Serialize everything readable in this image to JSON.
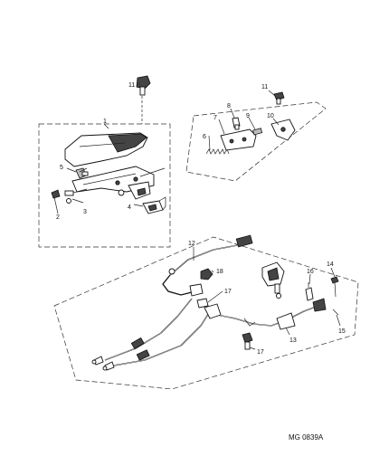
{
  "diagram": {
    "reference_code": "MG 0839A",
    "callouts": [
      {
        "id": "c11a",
        "label": "11"
      },
      {
        "id": "c1",
        "label": "1"
      },
      {
        "id": "c5",
        "label": "5"
      },
      {
        "id": "c2",
        "label": "2"
      },
      {
        "id": "c3",
        "label": "3"
      },
      {
        "id": "c4",
        "label": "4"
      },
      {
        "id": "c11b",
        "label": "11"
      },
      {
        "id": "c8",
        "label": "8"
      },
      {
        "id": "c7",
        "label": "7"
      },
      {
        "id": "c9",
        "label": "9"
      },
      {
        "id": "c10",
        "label": "10"
      },
      {
        "id": "c6",
        "label": "6"
      },
      {
        "id": "c12",
        "label": "12"
      },
      {
        "id": "c18",
        "label": "18"
      },
      {
        "id": "c14",
        "label": "14"
      },
      {
        "id": "c16",
        "label": "16"
      },
      {
        "id": "c17a",
        "label": "17"
      },
      {
        "id": "c13",
        "label": "13"
      },
      {
        "id": "c15",
        "label": "15"
      },
      {
        "id": "c17b",
        "label": "17"
      }
    ]
  }
}
